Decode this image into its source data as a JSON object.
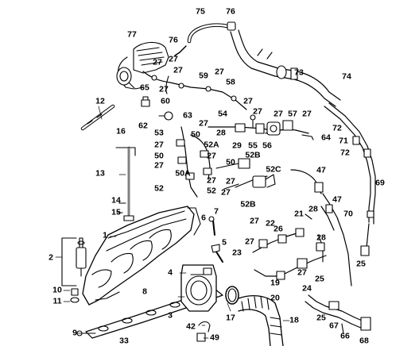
{
  "callouts": {
    "n75": "75",
    "n76a": "76",
    "n77": "77",
    "n76b": "76",
    "n27a": "27",
    "n27b": "27",
    "n65": "65",
    "n27c": "27",
    "n27d": "27",
    "n60": "60",
    "n59": "59",
    "n27e": "27",
    "n58": "58",
    "n73": "73",
    "n74": "74",
    "n12": "12",
    "n62": "62",
    "n63": "63",
    "n27f": "27",
    "n27g": "27",
    "n54": "54",
    "n57": "57",
    "n27h": "27",
    "n27i": "27",
    "n27j": "27",
    "n72a": "72",
    "n53": "53",
    "n50a": "50",
    "n28": "28",
    "n29": "29",
    "n55": "55",
    "n56": "56",
    "n64": "64",
    "n71": "71",
    "n16": "16",
    "n27k": "27",
    "n52A": "52A",
    "n52B": "52B",
    "n72b": "72",
    "n50b": "50",
    "n27l": "27",
    "n50c": "50",
    "n27m": "27",
    "n52C": "52C",
    "n47a": "47",
    "n13": "13",
    "n50A": "50A",
    "n27n": "27",
    "n27o": "27",
    "n69": "69",
    "n52a": "52",
    "n52b": "52",
    "n27p": "27",
    "n52B2": "52B",
    "n47b": "47",
    "n14": "14",
    "n15": "15",
    "n7": "7",
    "n6": "6",
    "n27q": "27",
    "n22": "22",
    "n21": "21",
    "n28b": "28",
    "n70": "70",
    "n1": "1",
    "n5": "5",
    "n26": "26",
    "n27r": "27",
    "n2": "2",
    "n23": "23",
    "n28c": "28",
    "n25a": "25",
    "n4": "4",
    "n27s": "27",
    "n19": "19",
    "n25b": "25",
    "n10": "10",
    "n8": "8",
    "n20": "20",
    "n24": "24",
    "n11": "11",
    "n3": "3",
    "n17": "17",
    "n18": "18",
    "n25c": "25",
    "n42": "42",
    "n67": "67",
    "n66": "66",
    "n9": "9",
    "n49": "49",
    "n33": "33",
    "n68": "68"
  }
}
